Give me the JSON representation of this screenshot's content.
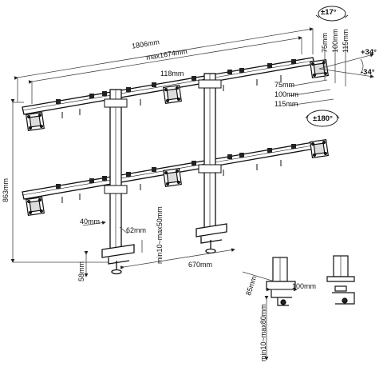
{
  "dimensions": {
    "overall_width": "1806mm",
    "max_span": "max1674mm",
    "arm_offset_top": "118mm",
    "total_height": "863mm",
    "tilt_up": "+34°",
    "tilt_down": "-34°",
    "swivel": "±17°",
    "rotation": "±180°",
    "vesa_75_v": "75mm",
    "vesa_100_v": "100mm",
    "vesa_115_v": "115mm",
    "vesa_75_h": "75mm",
    "vesa_100_h": "100mm",
    "vesa_115_h": "115mm",
    "pole_depth": "40mm",
    "pole_width": "62mm",
    "clamp_range_desk": "min10~max50mm",
    "base_height": "58mm",
    "pole_spacing": "670mm",
    "clamp_depth": "85mm",
    "clamp_width": "100mm",
    "clamp_range_grommet": "min10~max80mm"
  }
}
